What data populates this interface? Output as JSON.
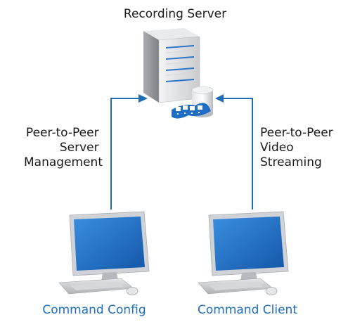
{
  "server": {
    "title": "Recording Server",
    "icon": "server-with-film-and-database-icon"
  },
  "connections": [
    {
      "label_lines": [
        "Peer-to-Peer",
        "Server",
        "Management"
      ]
    },
    {
      "label_lines": [
        "Peer-to-Peer",
        "Video",
        "Streaming"
      ]
    }
  ],
  "workstations": [
    {
      "label": "Command Config",
      "icon": "desktop-computer-icon"
    },
    {
      "label": "Command Client",
      "icon": "desktop-computer-icon"
    }
  ],
  "colors": {
    "arrow": "#1e6eb5",
    "client_label": "#1f6fbf",
    "text": "#1a1a1a",
    "screen": "#1f6ec4",
    "screen_bezel": "#cfd3d8"
  }
}
